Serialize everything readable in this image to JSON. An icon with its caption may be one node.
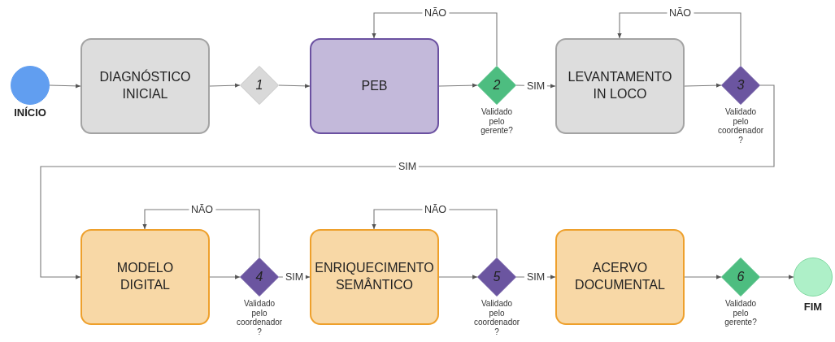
{
  "diagram": {
    "nodes": [
      {
        "text": [],
        "shape": "circle",
        "beside": [
          "INÍCIO"
        ]
      },
      {
        "text": [
          "DIAGNÓSTICO INICIAL"
        ]
      },
      {
        "text": [
          "1"
        ]
      },
      {
        "text": [
          "PEB"
        ]
      },
      {
        "text": [
          "2"
        ],
        "beside": [
          "Validado pelo gerente?"
        ]
      },
      {
        "text": [
          "LEVANTAMENTO IN LOCO"
        ]
      },
      {
        "text": [
          "3"
        ],
        "beside": [
          "Validado pelo coordenador ?"
        ]
      },
      {
        "text": [
          "MODELO DIGITAL"
        ]
      },
      {
        "text": [
          "4"
        ],
        "beside": [
          "Validado pelo coordenador ?"
        ]
      },
      {
        "text": [
          "ENRIQUECIMENTO SEMÂNTICO"
        ]
      },
      {
        "text": [
          "5"
        ],
        "beside": [
          "Validado pelo coordenador ?"
        ]
      },
      {
        "text": [
          "ACERVO DOCUMENTAL"
        ]
      },
      {
        "text": [
          "6"
        ],
        "beside": [
          "Validado pelo gerente?"
        ]
      },
      {
        "text": [],
        "shape": "circle",
        "beside": [
          "FIM"
        ]
      }
    ],
    "edges": [
      {
        "from": 0,
        "to": 1,
        "arrow": "to"
      },
      {
        "from": 1,
        "to": 2,
        "arrow": "to"
      },
      {
        "from": 2,
        "to": 3,
        "arrow": "to"
      },
      {
        "from": 3,
        "to": 4,
        "arrow": "to"
      },
      {
        "from": 4,
        "to": 3,
        "arrow": "to",
        "label": "NÃO"
      },
      {
        "from": 4,
        "to": 5,
        "arrow": "to",
        "label": "SIM"
      },
      {
        "from": 5,
        "to": 6,
        "arrow": "to"
      },
      {
        "from": 6,
        "to": 5,
        "arrow": "to",
        "label": "NÃO"
      },
      {
        "from": 6,
        "to": 7,
        "arrow": "to",
        "label": "SIM"
      },
      {
        "from": 7,
        "to": 8,
        "arrow": "to"
      },
      {
        "from": 8,
        "to": 7,
        "arrow": "to",
        "label": "NÃO"
      },
      {
        "from": 8,
        "to": 9,
        "arrow": "to",
        "label": "SIM"
      },
      {
        "from": 9,
        "to": 10,
        "arrow": "to"
      },
      {
        "from": 10,
        "to": 9,
        "arrow": "to",
        "label": "NÃO"
      },
      {
        "from": 10,
        "to": 11,
        "arrow": "to",
        "label": "SIM"
      },
      {
        "from": 11,
        "to": 12,
        "arrow": "to"
      },
      {
        "from": 12,
        "to": 13,
        "arrow": "to"
      }
    ]
  }
}
